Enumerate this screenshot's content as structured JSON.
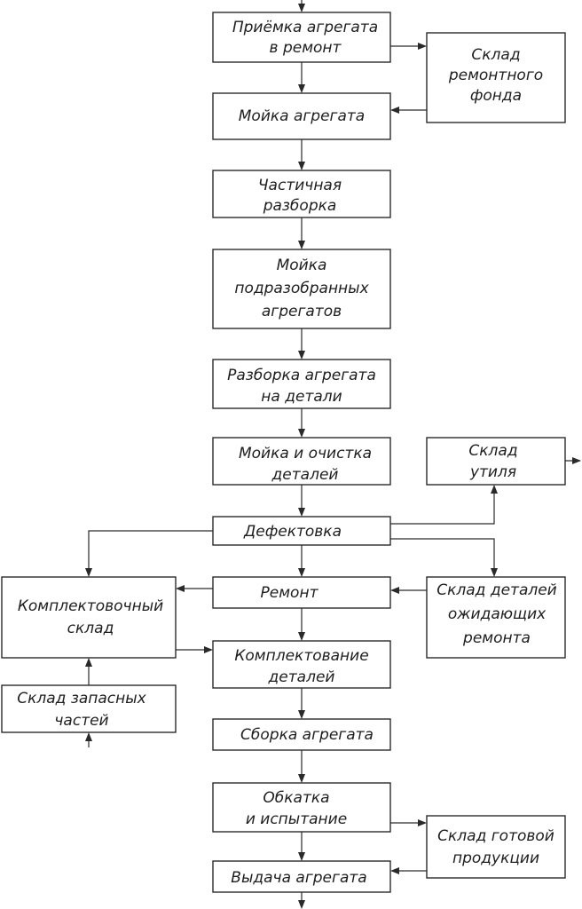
{
  "diagram": {
    "nodes": {
      "priemka": [
        "Приёмка агрегата",
        "в ремонт"
      ],
      "sklad_remfond": [
        "Склад",
        "ремонтного",
        "фонда"
      ],
      "moika_agregata": [
        "Мойка агрегата"
      ],
      "chastichnaya_razborka": [
        "Частичная",
        "разборка"
      ],
      "moika_podrazobrannyh": [
        "Мойка",
        "подразобранных",
        "агрегатов"
      ],
      "razborka_na_detali": [
        "Разборка агрегата",
        "на детали"
      ],
      "moika_ochistka": [
        "Мойка и очистка",
        "деталей"
      ],
      "sklad_utilya": [
        "Склад",
        "утиля"
      ],
      "defektovka": [
        "Дефектовка"
      ],
      "komplektovochny_sklad": [
        "Комплектовочный",
        "склад"
      ],
      "remont": [
        "Ремонт"
      ],
      "sklad_ozhidayushih": [
        "Склад деталей",
        "ожидающих",
        "ремонта"
      ],
      "komplektovanie": [
        "Комплектование",
        "деталей"
      ],
      "sklad_zapasnyh": [
        "Склад запасных",
        "частей"
      ],
      "sborka": [
        "Сборка агрегата"
      ],
      "obkatka": [
        "Обкатка",
        "и испытание"
      ],
      "sklad_gotovoi": [
        "Склад готовой",
        "продукции"
      ],
      "vydacha": [
        "Выдача агрегата"
      ]
    }
  }
}
